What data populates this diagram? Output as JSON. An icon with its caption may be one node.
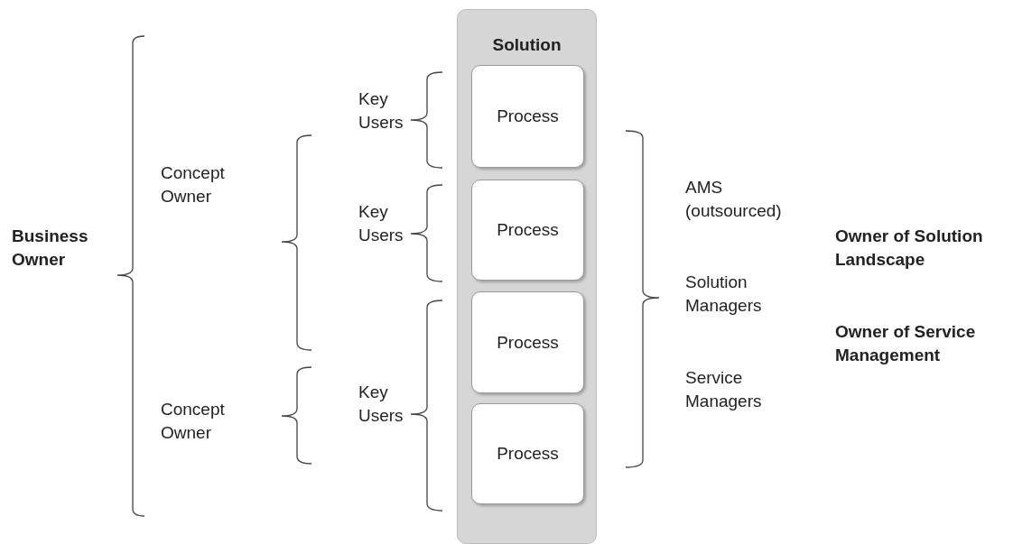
{
  "diagram": {
    "nodes": [
      {
        "text": [
          "Solution"
        ]
      },
      {
        "text": [
          "Process"
        ],
        "in": 0
      },
      {
        "text": [
          "Process"
        ],
        "in": 0
      },
      {
        "text": [
          "Process"
        ],
        "in": 0
      },
      {
        "text": [
          "Process"
        ],
        "in": 0
      }
    ],
    "labels": [
      "Business Owner",
      "Concept Owner",
      "Concept Owner",
      "Key Users",
      "Key Users",
      "Key Users",
      "AMS (outsourced)",
      "Solution Managers",
      "Service Managers",
      "Owner of Solution Landscape",
      "Owner of Service Management"
    ]
  }
}
